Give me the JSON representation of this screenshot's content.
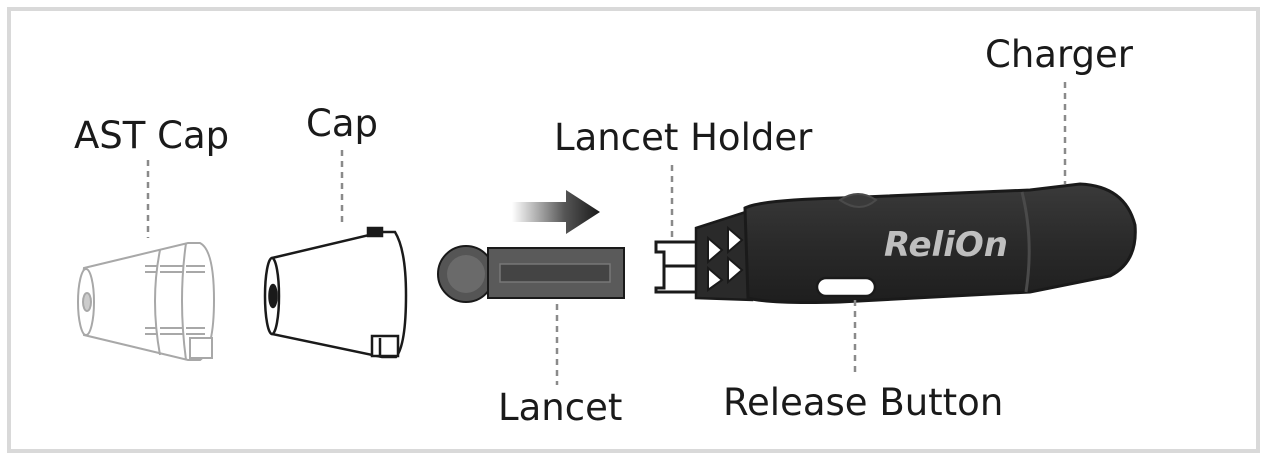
{
  "labels": {
    "ast_cap": "AST Cap",
    "cap": "Cap",
    "lancet_holder": "Lancet Holder",
    "charger": "Charger",
    "lancet": "Lancet",
    "release_button": "Release Button"
  },
  "brand": "ReliOn",
  "colors": {
    "frame": "#d9d9d9",
    "device_body": "#2b2b2b",
    "ast_cap_outline": "#a8a8a8",
    "brand_text": "#bfbfbf"
  }
}
